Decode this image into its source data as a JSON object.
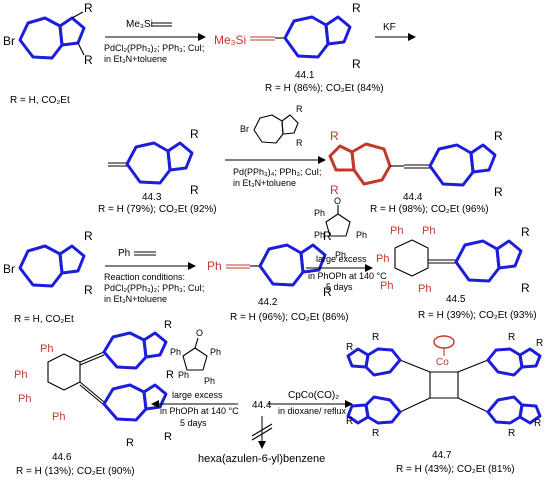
{
  "substituents": {
    "R": "R"
  },
  "row1": {
    "start_label": "R = H, CO₂Et",
    "bromo_prefix": "Br",
    "reagent_top": "Me₃Si",
    "conditions": [
      "PdCl₂(PPh₃)₂; PPh₃; CuI;",
      "in Et₃N+toluene"
    ],
    "tms": "Me₃Si",
    "compound_id": "44.1",
    "yield": "R = H (86%); CO₂Et (84%)",
    "reagent_kf": "KF"
  },
  "row2": {
    "id_433": "44.3",
    "yield_433": "R = H (79%); CO₂Et (92%)",
    "bromo": "Br",
    "conditions": [
      "Pd(PPh₃)₄; PPh₃; CuI;",
      "in Et₃N+toluene"
    ],
    "id_444": "44.4",
    "yield_444": "R = H (98%); CO₂Et (96%)"
  },
  "row3": {
    "bromo": "Br",
    "start_label": "R = H, CO₂Et",
    "reagent_ph": "Ph",
    "conditions": [
      "Reaction conditions:",
      "PdCl₂(PPh₃)₂; PPh₃; CuI;",
      "in Et₃N+toluene"
    ],
    "ph": "Ph",
    "id_442": "44.2",
    "yield_442": "R = H (96%); CO₂Et (86%)",
    "cpd_conditions": [
      "large excess",
      "in PhOPh at 140 °C",
      "5 days"
    ],
    "cpd_ph": "Ph",
    "id_445": "44.5",
    "yield_445": "R = H (39%); CO₂Et (93%)"
  },
  "row4": {
    "ph": "Ph",
    "id_446": "44.6",
    "yield_446": "R = H (13%); CO₂Et (90%)",
    "cpd_conditions": [
      "large excess",
      "in PhOPh at 140 °C",
      "5 days"
    ],
    "start_id": "44.4",
    "reagent_co": "CpCo(CO)₂",
    "co_conditions": "in dioxane/ reflux",
    "failed_product": "hexa(azulen-6-yl)benzene",
    "co_label": "Co",
    "id_447": "44.7",
    "yield_447": "R = H (43%); CO₂Et (81%)"
  }
}
